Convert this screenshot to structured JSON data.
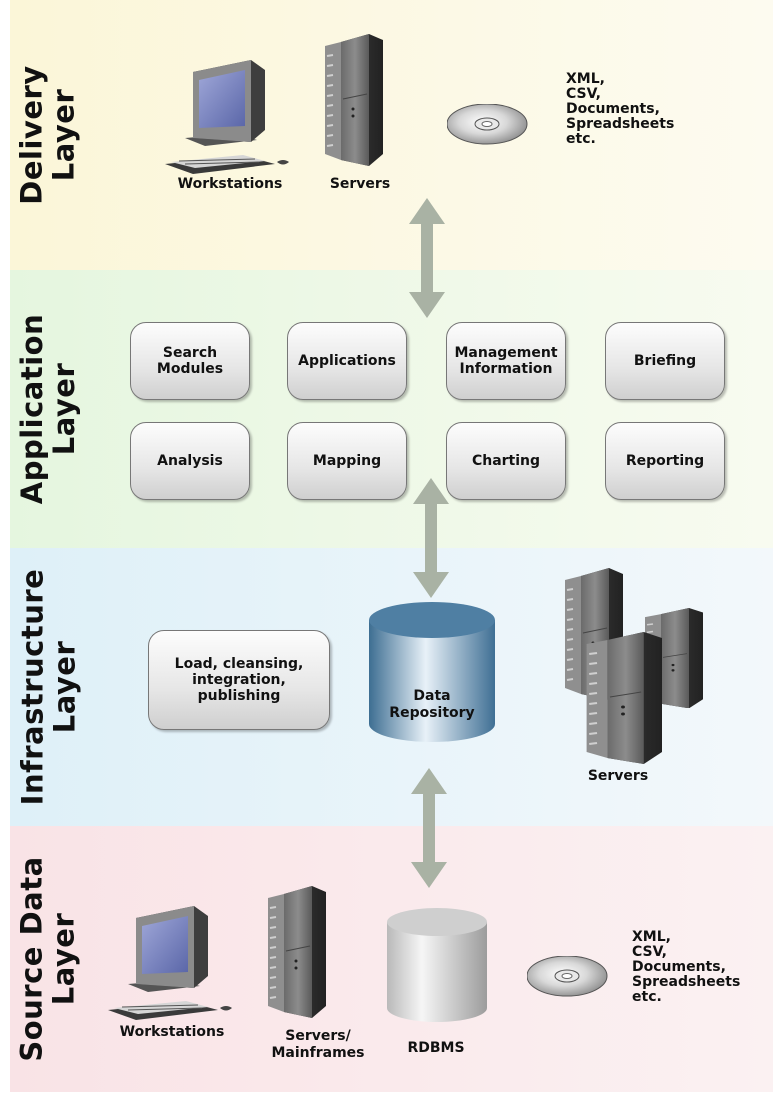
{
  "layers": {
    "delivery": "Delivery\nLayer",
    "application": "Application\nLayer",
    "infrastructure": "Infrastructure\nLayer",
    "source": "Source Data\nLayer"
  },
  "delivery": {
    "workstations": "Workstations",
    "servers": "Servers",
    "files": "XML,\nCSV,\nDocuments,\nSpreadsheets\netc."
  },
  "application": {
    "modules": [
      "Search\nModules",
      "Applications",
      "Management\nInformation",
      "Briefing",
      "Analysis",
      "Mapping",
      "Charting",
      "Reporting"
    ]
  },
  "infrastructure": {
    "process": "Load, cleansing,\nintegration,\npublishing",
    "repository": "Data\nRepository",
    "servers": "Servers"
  },
  "source": {
    "workstations": "Workstations",
    "servers": "Servers/\nMainframes",
    "rdbms": "RDBMS",
    "files": "XML,\nCSV,\nDocuments,\nSpreadsheets\netc."
  },
  "colors": {
    "delivery_band": "#fbf6d8",
    "application_band": "#e5f6df",
    "infrastructure_band": "#def0f8",
    "source_band": "#f9e3e6",
    "arrow": "#a9b2a4",
    "repository": "#5a8cb0"
  },
  "icons": [
    "workstation-icon",
    "server-tower-icon",
    "cd-disc-icon",
    "database-cylinder-icon",
    "bidirectional-arrow-icon"
  ]
}
